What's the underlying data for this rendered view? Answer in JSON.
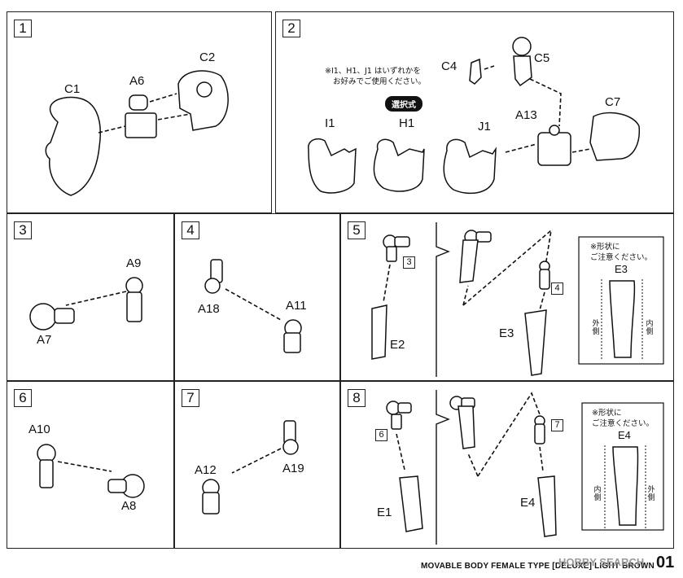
{
  "steps": [
    {
      "num": "1"
    },
    {
      "num": "2"
    },
    {
      "num": "3"
    },
    {
      "num": "4"
    },
    {
      "num": "5"
    },
    {
      "num": "6"
    },
    {
      "num": "7"
    },
    {
      "num": "8"
    }
  ],
  "step1": {
    "labels": [
      "C1",
      "A6",
      "C2"
    ]
  },
  "step2": {
    "note_line1": "※I1、H1、J1 はいずれかを",
    "note_line2": "お好みでご使用ください。",
    "badge": "選択式",
    "labels": [
      "C4",
      "C5",
      "I1",
      "H1",
      "J1",
      "A13",
      "C7"
    ]
  },
  "step3": {
    "labels": [
      "A9",
      "A7"
    ]
  },
  "step4": {
    "labels": [
      "A18",
      "A11"
    ]
  },
  "step5": {
    "labels": [
      "E2",
      "E3"
    ],
    "refs": [
      "3",
      "4"
    ],
    "box_note1": "※形状に",
    "box_note2": "ご注意ください。",
    "box_label": "E3",
    "left_side": "外側",
    "right_side": "内側"
  },
  "step6": {
    "labels": [
      "A10",
      "A8"
    ]
  },
  "step7": {
    "labels": [
      "A12",
      "A19"
    ]
  },
  "step8": {
    "labels": [
      "E1",
      "E4"
    ],
    "refs": [
      "6",
      "7"
    ],
    "box_note1": "※形状に",
    "box_note2": "ご注意ください。",
    "box_label": "E4",
    "left_side": "内側",
    "right_side": "外側"
  },
  "footer": {
    "title": "MOVABLE BODY FEMALE TYPE [DELUXE] LIGHT BROWN",
    "watermark": "HOBBY SEARCH",
    "page": "01"
  }
}
